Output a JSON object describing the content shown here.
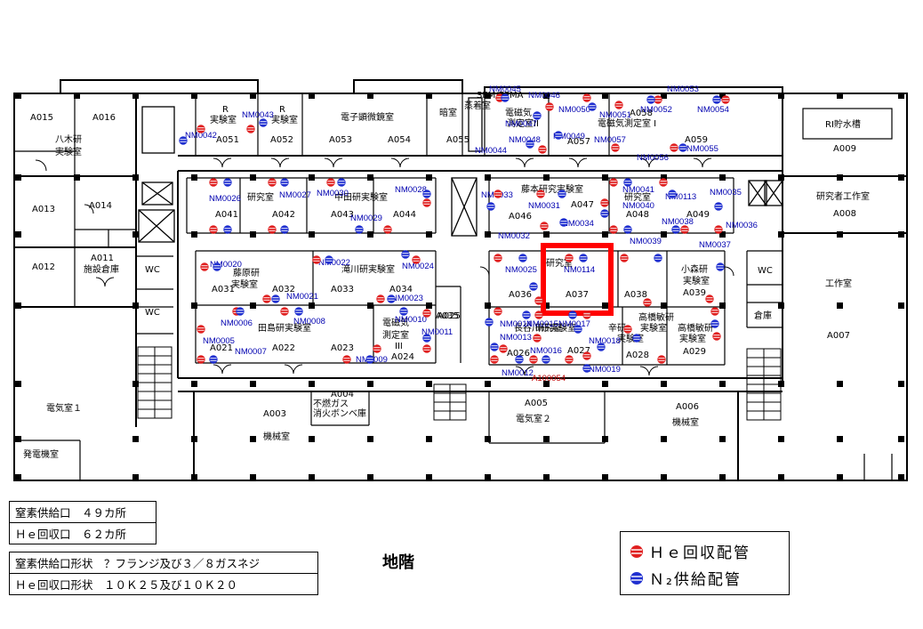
{
  "floor_title": "地階",
  "info1": [
    "窒素供給口　４９カ所",
    "Ｈｅ回収口　６２カ所"
  ],
  "info2": [
    "窒素供給口形状　？フランジ及び３／８ガスネジ",
    "Ｈｅ回収口形状　１０Ｋ２５及び１０Ｋ２０"
  ],
  "legend": {
    "he": "Ｈｅ回収配管",
    "n2": "Ｎ₂供給配管"
  },
  "colors": {
    "he": "#e02020",
    "n2": "#2030d0",
    "highlight": "#ff0000"
  },
  "rooms": [
    "A015",
    "A016",
    "八木研",
    "実験室",
    "A013",
    "A014",
    "A012",
    "施設倉庫",
    "A011",
    "WC",
    "WC",
    "R",
    "実験室",
    "A051",
    "R",
    "実験室",
    "A052",
    "電子顕微鏡室",
    "A053",
    "A054",
    "暗室",
    "A055",
    "蒸着室",
    "SEM/EPMA",
    "電磁気",
    "測定室II",
    "A057",
    "A058",
    "電磁気測定室 I",
    "A059",
    "RI貯水槽",
    "A009",
    "A041",
    "A042",
    "研究室",
    "A043",
    "A044",
    "藤本研究実験室",
    "A046",
    "A047",
    "A048",
    "A049",
    "研究者工作室",
    "A008",
    "A031",
    "A032",
    "藤原研",
    "実験室",
    "滝川研実験室",
    "A033",
    "A034",
    "A035",
    "研究室",
    "A036",
    "A037",
    "A038",
    "小森研",
    "実験室",
    "A039",
    "WC",
    "倉庫",
    "工作室",
    "A007",
    "A021",
    "A022",
    "A023",
    "田島研実験室",
    "電磁気",
    "測定室",
    "III",
    "A024",
    "A025",
    "A026",
    "長谷川研実験室",
    "A027",
    "辛研",
    "実験室",
    "A028",
    "高橋敏研",
    "実験室",
    "A029",
    "高橋敏研",
    "実験室",
    "電気室１",
    "A003",
    "機械室",
    "A004",
    "不燃ガス",
    "消火ボンベ庫",
    "A005",
    "電気室２",
    "A006",
    "機械室",
    "発電機室",
    "中田研実験室",
    "研究室",
    "研究室"
  ],
  "labels": [
    "NM0042",
    "NM0043",
    "NM0045",
    "NM0046",
    "NM0047",
    "NM0048",
    "NM0044",
    "NM0049",
    "NM0050",
    "NM0051",
    "NM0052",
    "NM0053",
    "NM0054",
    "NM0055",
    "NM0056",
    "NM0057",
    "NM0026",
    "NM0027",
    "NM0030",
    "NM0028",
    "NM0029",
    "NM0033",
    "NM0031",
    "NM0034",
    "NM0032",
    "NM0041",
    "NM0040",
    "NM0113",
    "NM0035",
    "NM0038",
    "NM0036",
    "NM0039",
    "NM0037",
    "NM0020",
    "NM0022",
    "NM0024",
    "NM0021",
    "NM0023",
    "NM0025",
    "NM0114",
    "NM0006",
    "NM0008",
    "NM0005",
    "NM0007",
    "NM0009",
    "NM0010",
    "NM0011",
    "NM0014",
    "NM0015",
    "NM0017",
    "NM0013",
    "NM0016",
    "NM0018",
    "NM0012",
    "NM0019",
    "A100054"
  ]
}
